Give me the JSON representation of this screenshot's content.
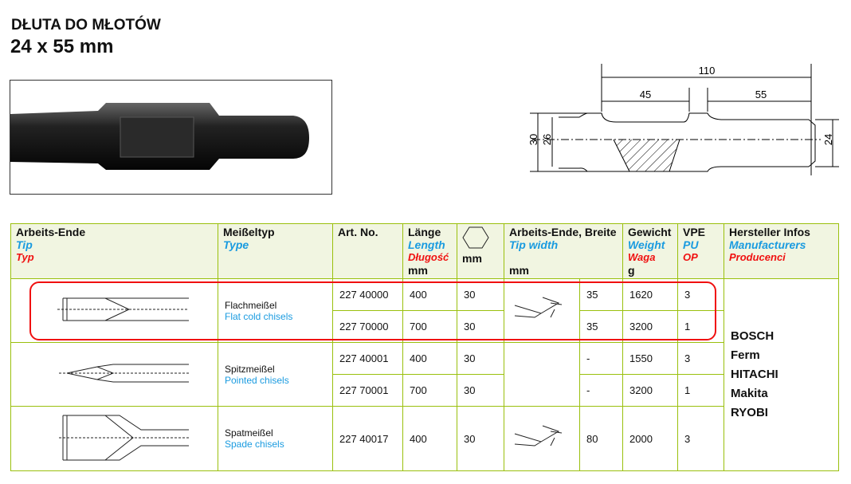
{
  "title": "DŁUTA DO MŁOTÓW",
  "subtitle": "24 x 55 mm",
  "dimensions": {
    "total": "110",
    "left": "45",
    "right": "55",
    "d30": "30",
    "d26": "26",
    "d24": "24"
  },
  "headers": {
    "tip": {
      "de": "Arbeits-Ende",
      "en": "Tip",
      "pl": "Typ"
    },
    "type": {
      "de": "Meißeltyp",
      "en": "Type"
    },
    "artno": {
      "de": "Art. No."
    },
    "length": {
      "de": "Länge",
      "en": "Length",
      "pl": "Długość",
      "unit": "mm"
    },
    "hex": {
      "unit": "mm"
    },
    "width": {
      "de": "Arbeits-Ende, Breite",
      "en": "Tip width",
      "unit": "mm"
    },
    "weight": {
      "de": "Gewicht",
      "en": "Weight",
      "pl": "Waga",
      "unit": "g"
    },
    "pu": {
      "de": "VPE",
      "en": "PU",
      "pl": "OP"
    },
    "mfr": {
      "de": "Hersteller Infos",
      "en": "Manufacturers",
      "pl": "Producenci"
    }
  },
  "groups": [
    {
      "type_de": "Flachmeißel",
      "type_en": "Flat cold chisels",
      "rows": [
        {
          "art": "227 40000",
          "length": "400",
          "hex": "30",
          "width": "35",
          "weight": "1620",
          "pu": "3"
        },
        {
          "art": "227 70000",
          "length": "700",
          "hex": "30",
          "width": "35",
          "weight": "3200",
          "pu": "1"
        }
      ]
    },
    {
      "type_de": "Spitzmeißel",
      "type_en": "Pointed chisels",
      "rows": [
        {
          "art": "227 40001",
          "length": "400",
          "hex": "30",
          "width": "-",
          "weight": "1550",
          "pu": "3"
        },
        {
          "art": "227 70001",
          "length": "700",
          "hex": "30",
          "width": "-",
          "weight": "3200",
          "pu": "1"
        }
      ]
    },
    {
      "type_de": "Spatmeißel",
      "type_en": "Spade chisels",
      "rows": [
        {
          "art": "227 40017",
          "length": "400",
          "hex": "30",
          "width": "80",
          "weight": "2000",
          "pu": "3"
        }
      ]
    }
  ],
  "manufacturers": [
    "BOSCH",
    "Ferm",
    "HITACHI",
    "Makita",
    "RYOBI"
  ]
}
